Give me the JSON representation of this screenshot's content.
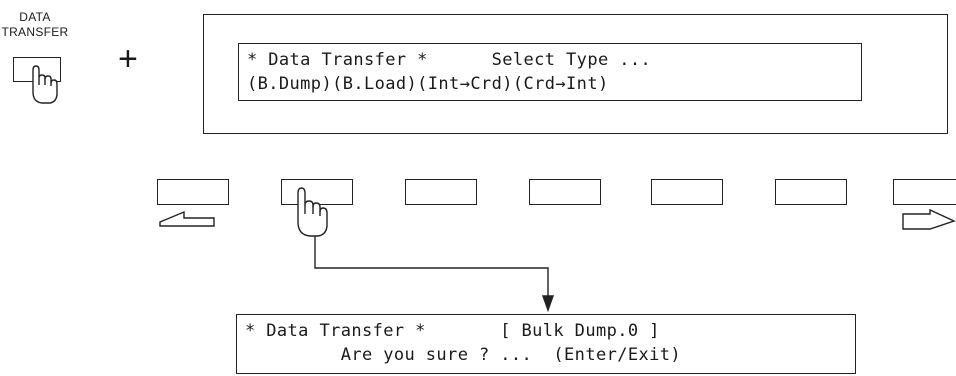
{
  "data_transfer_button": {
    "label_line1": "DATA",
    "label_line2": "TRANSFER"
  },
  "plus_symbol": "+",
  "main_display": {
    "line1": "* Data Transfer *      Select Type ...",
    "line2": "(B.Dump)(B.Load)(Int→Crd)(Crd→Int)"
  },
  "soft_keys": {
    "count": 7,
    "pressed_index": 1,
    "left_arrow": "page-left-arrow",
    "right_arrow": "page-right-arrow"
  },
  "result_display": {
    "line1": "* Data Transfer *       [ Bulk Dump.0 ]",
    "line2": "         Are you sure ? ...  (Enter/Exit)"
  },
  "icons": {
    "hand": "pointing-hand-icon",
    "arrow": "flow-arrow-down"
  }
}
